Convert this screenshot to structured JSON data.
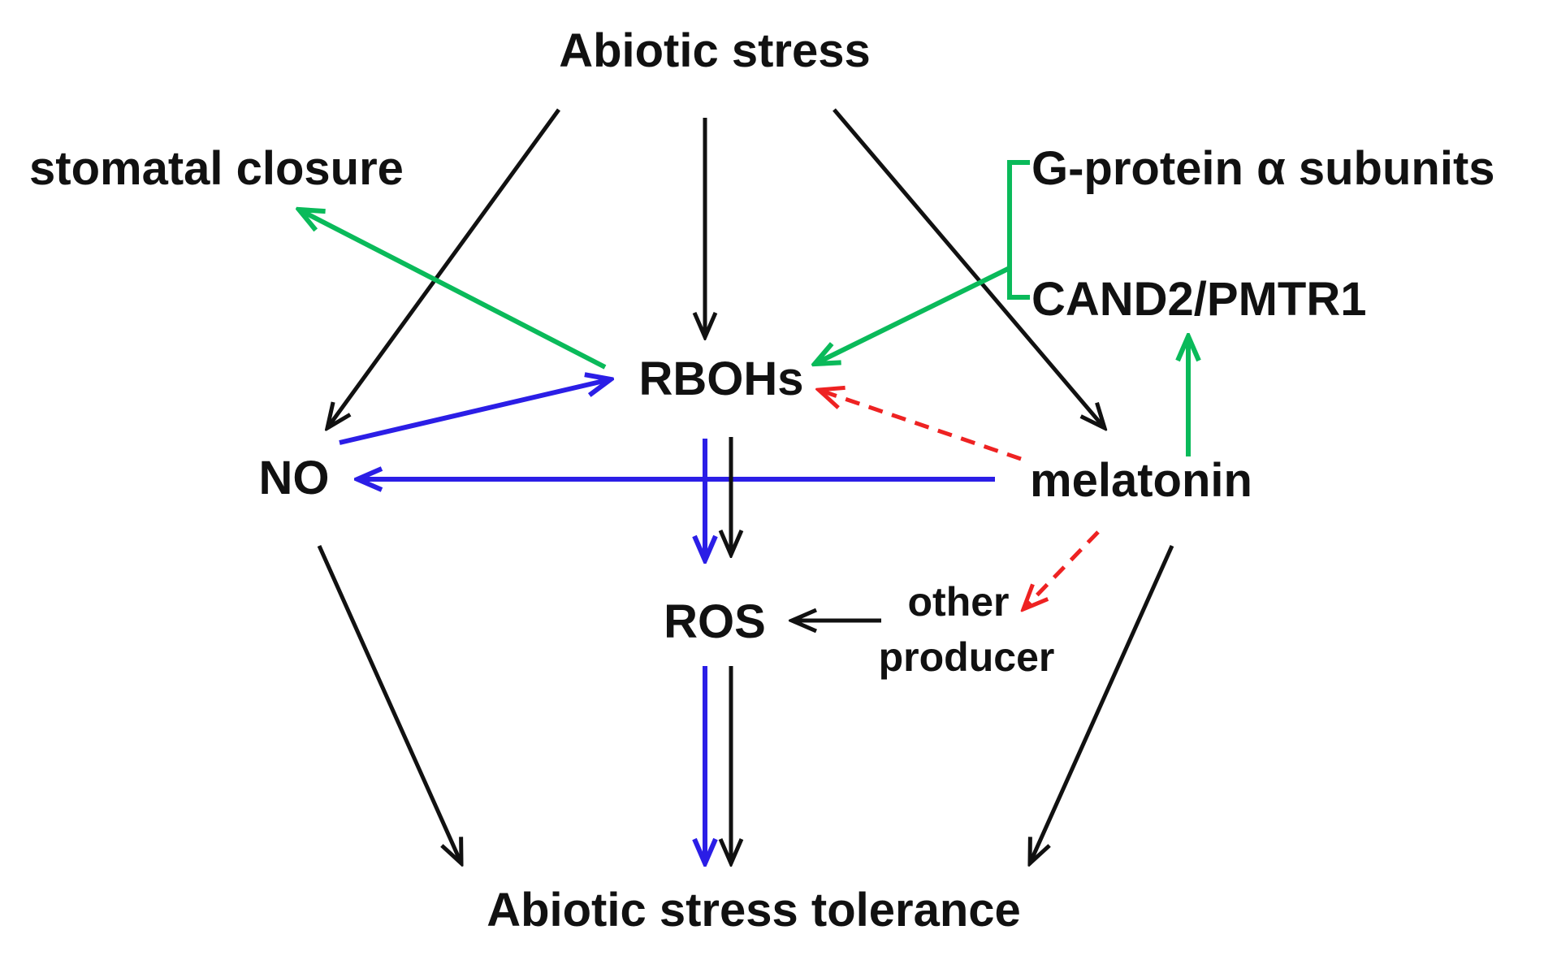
{
  "nodes": {
    "abiotic_stress": "Abiotic stress",
    "stomatal_closure": "stomatal closure",
    "g_protein": "G-protein α subunits",
    "cand2": "CAND2/PMTR1",
    "rbohs": "RBOHs",
    "no": "NO",
    "melatonin": "melatonin",
    "ros": "ROS",
    "other_producer_line1": "other",
    "other_producer_line2": "producer",
    "tolerance": "Abiotic stress tolerance"
  },
  "colors": {
    "black": "#111111",
    "blue": "#2b1ee6",
    "green": "#0aba5a",
    "red_dashed": "#ee2222"
  }
}
